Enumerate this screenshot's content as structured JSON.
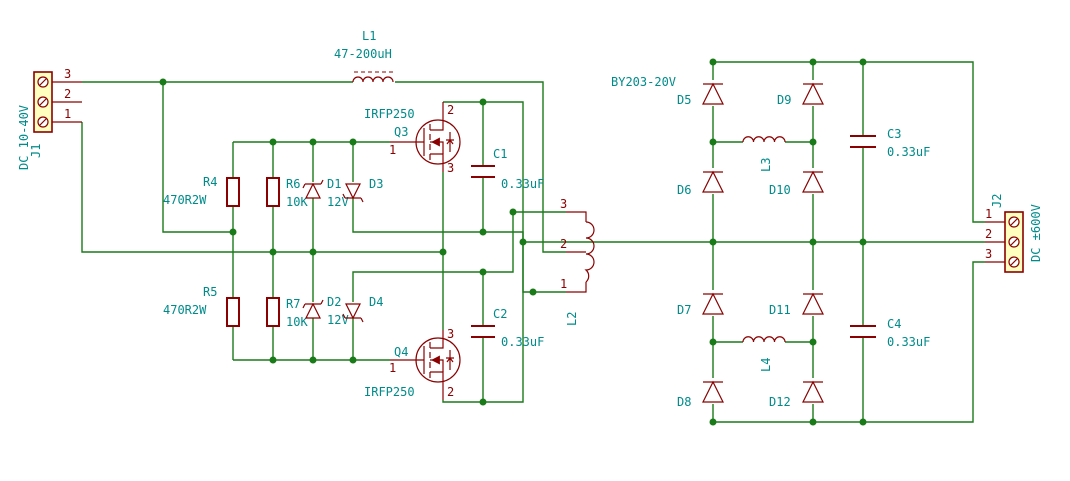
{
  "inputs": {
    "j1_ref": "J1",
    "j1_value": "DC 10-40V",
    "j2_ref": "J2",
    "j2_value": "DC ±600V"
  },
  "inductors": {
    "l1_ref": "L1",
    "l1_value": "47-200uH",
    "l2_ref": "L2",
    "l3_ref": "L3",
    "l4_ref": "L4"
  },
  "transistors": {
    "q3_ref": "Q3",
    "q3_value": "IRFP250",
    "q4_ref": "Q4",
    "q4_value": "IRFP250"
  },
  "resistors": {
    "r4_ref": "R4",
    "r4_value": "470R2W",
    "r5_ref": "R5",
    "r5_value": "470R2W",
    "r6_ref": "R6",
    "r6_value": "10K",
    "r7_ref": "R7",
    "r7_value": "10K"
  },
  "zeners": {
    "d1_ref": "D1",
    "d1_value": "12V",
    "d2_ref": "D2",
    "d2_value": "12V",
    "d3_ref": "D3",
    "d4_ref": "D4"
  },
  "capacitors": {
    "c1_ref": "C1",
    "c1_value": "0.33uF",
    "c2_ref": "C2",
    "c2_value": "0.33uF",
    "c3_ref": "C3",
    "c3_value": "0.33uF",
    "c4_ref": "C4",
    "c4_value": "0.33uF"
  },
  "rectifier": {
    "diode_value": "BY203-20V",
    "d5_ref": "D5",
    "d6_ref": "D6",
    "d7_ref": "D7",
    "d8_ref": "D8",
    "d9_ref": "D9",
    "d10_ref": "D10",
    "d11_ref": "D11",
    "d12_ref": "D12"
  },
  "pins": {
    "p1": "1",
    "p2": "2",
    "p3": "3"
  }
}
